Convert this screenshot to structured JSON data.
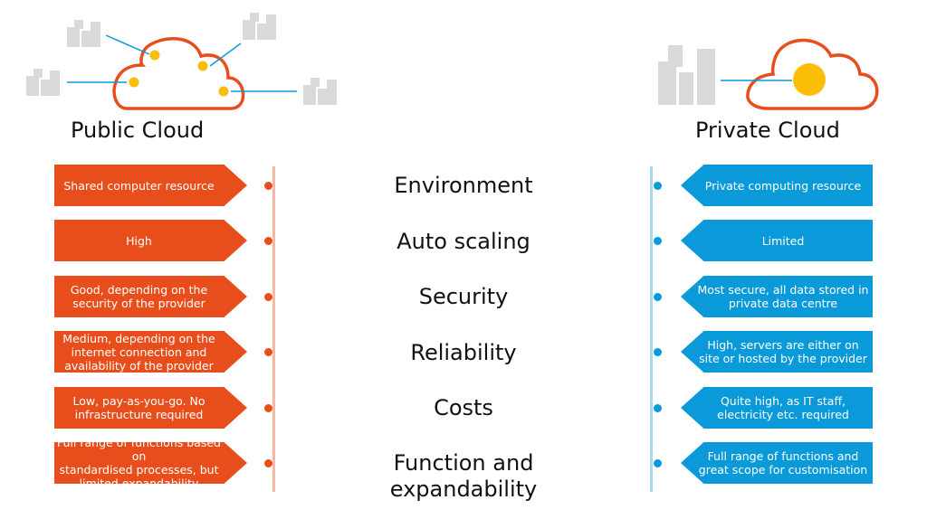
{
  "public": {
    "title": "Public Cloud",
    "accent": "#e84e1b",
    "items": [
      "Shared computer resource",
      "High",
      "Good, depending on the\nsecurity of the provider",
      "Medium, depending on the\ninternet connection and\navailability of the provider",
      "Low, pay-as-you-go. No\ninfrastructure required",
      "Full range of functions based on\nstandardised processes, but\nlimited expandability"
    ]
  },
  "private": {
    "title": "Private Cloud",
    "accent": "#0b9ad9",
    "items": [
      "Private computing resource",
      "Limited",
      "Most secure, all data stored in\nprivate data centre",
      "High, servers are either on\nsite or hosted by the provider",
      "Quite high, as IT staff,\nelectricity etc. required",
      "Full range of functions and\ngreat scope for customisation"
    ]
  },
  "criteria": [
    "Environment",
    "Auto scaling",
    "Security",
    "Reliability",
    "Costs",
    "Function and\nexpandability"
  ],
  "icons": {
    "cloud_outline": "cloud-icon",
    "building": "building-icon",
    "node": "node-dot-icon",
    "connection": "double-arrow-icon"
  }
}
